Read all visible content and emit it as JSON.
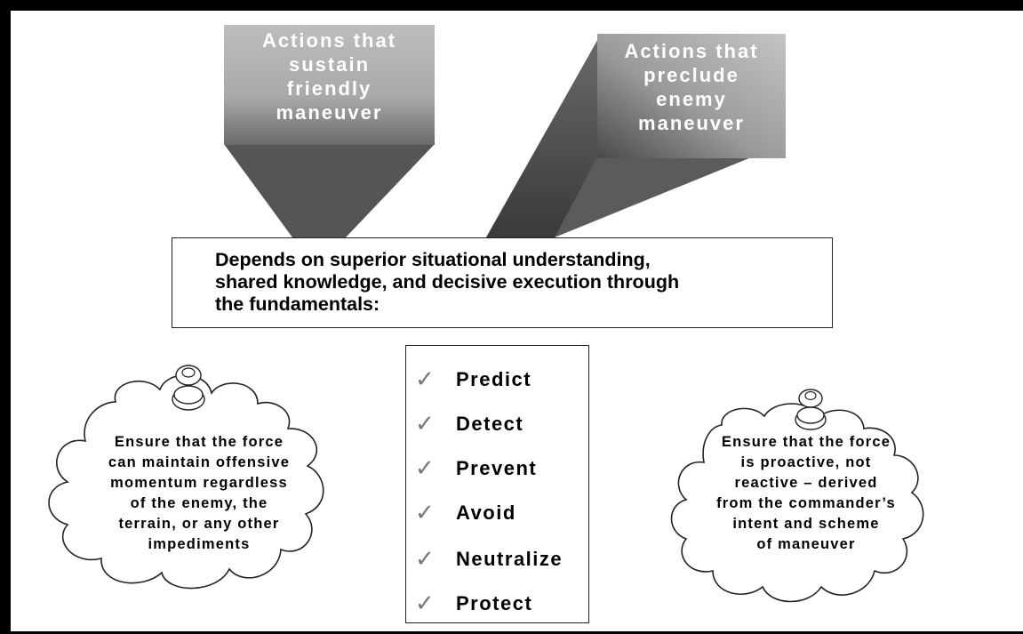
{
  "boxes": {
    "left": "Actions that\nsustain\nfriendly\nmaneuver",
    "right": "Actions that\npreclude\nenemy\nmaneuver"
  },
  "center_box": {
    "text": "Depends on superior situational understanding,\nshared knowledge, and decisive execution through\nthe fundamentals:"
  },
  "checklist": {
    "mark_icon": "checkmark-icon",
    "items": [
      {
        "label": "Predict"
      },
      {
        "label": "Detect"
      },
      {
        "label": "Prevent"
      },
      {
        "label": "Avoid"
      },
      {
        "label": "Neutralize"
      },
      {
        "label": "Protect"
      }
    ]
  },
  "clouds": {
    "left": "Ensure that the force\ncan maintain offensive\nmomentum regardless\nof the enemy, the\nterrain, or any other\nimpediments",
    "right": "Ensure that the force\nis proactive, not\nreactive – derived\nfrom the commander’s\nintent and scheme\nof maneuver"
  },
  "colors": {
    "box_light": "#b8b8b8",
    "box_dark": "#5a5a5a",
    "funnel": "#555555"
  }
}
